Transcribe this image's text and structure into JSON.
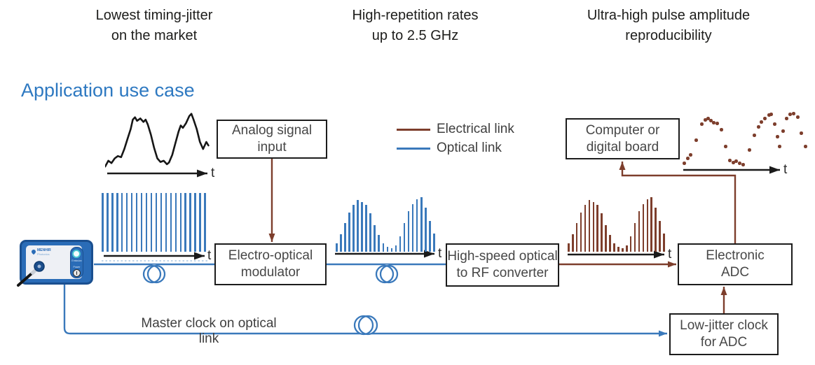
{
  "headers": [
    {
      "line1": "Lowest timing-jitter",
      "line2": "on the market"
    },
    {
      "line1": "High-repetition rates",
      "line2": "up to 2.5 GHz"
    },
    {
      "line1": "Ultra-high pulse amplitude",
      "line2": "reproducibility"
    }
  ],
  "section_title": "Application use case",
  "legend": {
    "electrical": "Electrical link",
    "optical": "Optical link"
  },
  "boxes": {
    "analog_input": {
      "line1": "Analog signal",
      "line2": "input"
    },
    "eo_modulator": {
      "line1": "Electro-optical",
      "line2": "modulator"
    },
    "rf_converter": {
      "line1": "High-speed optical",
      "line2": "to RF converter"
    },
    "computer": {
      "line1": "Computer or",
      "line2": "digital board"
    },
    "adc": {
      "line1": "Electronic",
      "line2": "ADC"
    },
    "clock": {
      "line1": "Low-jitter clock",
      "line2": "for ADC"
    }
  },
  "labels": {
    "master_clock": "Master clock on optical link",
    "t": "t"
  },
  "device": {
    "logo_line1": "MENHIR",
    "logo_line2": "Photonics",
    "emission_label": "Emission",
    "power_label": "Power"
  },
  "colors": {
    "optical_link": "#3a79bb",
    "electrical_link": "#7d3e2c",
    "title_blue": "#2e79c1",
    "axis_black": "#1a1a1a",
    "box_border": "#1c1c1c",
    "box_text": "#474747",
    "header_text": "#1d1d1b",
    "device_body": "#2a6cb7",
    "device_border": "#1a4f8f",
    "emission_ring": "#4cc8d2"
  },
  "waveforms": {
    "analog_points": [
      [
        0,
        0.92
      ],
      [
        0.03,
        0.82
      ],
      [
        0.06,
        0.86
      ],
      [
        0.09,
        0.78
      ],
      [
        0.12,
        0.74
      ],
      [
        0.15,
        0.76
      ],
      [
        0.18,
        0.62
      ],
      [
        0.21,
        0.45
      ],
      [
        0.24,
        0.28
      ],
      [
        0.26,
        0.12
      ],
      [
        0.28,
        0.08
      ],
      [
        0.3,
        0.14
      ],
      [
        0.33,
        0.1
      ],
      [
        0.36,
        0.16
      ],
      [
        0.38,
        0.12
      ],
      [
        0.4,
        0.2
      ],
      [
        0.43,
        0.38
      ],
      [
        0.46,
        0.6
      ],
      [
        0.49,
        0.78
      ],
      [
        0.52,
        0.84
      ],
      [
        0.55,
        0.82
      ],
      [
        0.58,
        0.88
      ],
      [
        0.6,
        0.85
      ],
      [
        0.63,
        0.72
      ],
      [
        0.66,
        0.52
      ],
      [
        0.69,
        0.32
      ],
      [
        0.71,
        0.22
      ],
      [
        0.73,
        0.26
      ],
      [
        0.76,
        0.18
      ],
      [
        0.79,
        0.06
      ],
      [
        0.81,
        0.02
      ],
      [
        0.83,
        0.12
      ],
      [
        0.86,
        0.28
      ],
      [
        0.89,
        0.5
      ],
      [
        0.92,
        0.62
      ],
      [
        0.95,
        0.5
      ],
      [
        0.97,
        0.56
      ]
    ],
    "uniform_pulse_count": 22,
    "modulated_envelope": [
      0.16,
      0.34,
      0.55,
      0.76,
      0.9,
      1.0,
      0.96,
      0.9,
      0.74,
      0.52,
      0.32,
      0.16,
      0.09,
      0.07,
      0.12,
      0.3,
      0.55,
      0.78,
      0.92,
      1.02,
      1.05,
      0.85,
      0.6,
      0.35
    ],
    "sampled_dots": [
      [
        1,
        76
      ],
      [
        6,
        69
      ],
      [
        10,
        64
      ],
      [
        18,
        43
      ],
      [
        26,
        20
      ],
      [
        31,
        14
      ],
      [
        35,
        12
      ],
      [
        39,
        15
      ],
      [
        43,
        18
      ],
      [
        48,
        19
      ],
      [
        54,
        28
      ],
      [
        60,
        52
      ],
      [
        66,
        72
      ],
      [
        71,
        75
      ],
      [
        75,
        73
      ],
      [
        80,
        76
      ],
      [
        85,
        78
      ],
      [
        94,
        57
      ],
      [
        101,
        36
      ],
      [
        107,
        24
      ],
      [
        111,
        17
      ],
      [
        116,
        12
      ],
      [
        122,
        7
      ],
      [
        125,
        6
      ],
      [
        130,
        20
      ],
      [
        134,
        38
      ],
      [
        137,
        52
      ],
      [
        142,
        30
      ],
      [
        147,
        12
      ],
      [
        152,
        6
      ],
      [
        157,
        5
      ],
      [
        163,
        10
      ],
      [
        168,
        33
      ],
      [
        174,
        52
      ]
    ]
  }
}
